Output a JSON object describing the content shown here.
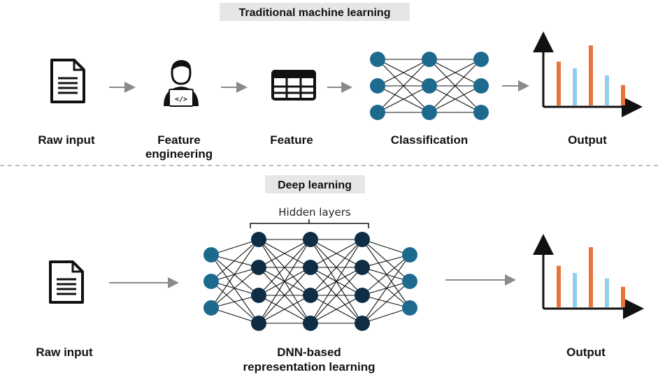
{
  "colors": {
    "node_light": "#1e6a8f",
    "node_dark": "#0f2e45",
    "bar_orange": "#e8743b",
    "bar_blue": "#8fd0ec",
    "arrow": "#8a8a8a",
    "title_bg": "#e6e6e6"
  },
  "traditional": {
    "title": "Traditional machine learning",
    "labels": {
      "raw_input": "Raw input",
      "feature_engineering_1": "Feature",
      "feature_engineering_2": "engineering",
      "feature": "Feature",
      "classification": "Classification",
      "output": "Output"
    },
    "icons": [
      "document-icon",
      "engineer-laptop-icon",
      "table-grid-icon",
      "neural-network-icon",
      "bar-chart-icon"
    ],
    "network_layers": [
      3,
      3,
      3
    ],
    "output_bars": [
      {
        "color": "orange",
        "value": 0.73
      },
      {
        "color": "blue",
        "value": 0.62
      },
      {
        "color": "orange",
        "value": 1.0
      },
      {
        "color": "blue",
        "value": 0.5
      },
      {
        "color": "orange",
        "value": 0.34
      }
    ]
  },
  "deep": {
    "title": "Deep learning",
    "hidden_layers_label": "Hidden layers",
    "labels": {
      "raw_input": "Raw input",
      "dnn_1": "DNN-based",
      "dnn_2": "representation learning",
      "output": "Output"
    },
    "icons": [
      "document-icon",
      "deep-neural-network-icon",
      "bar-chart-icon"
    ],
    "network_layers": [
      3,
      4,
      4,
      4,
      3
    ],
    "output_bars": [
      {
        "color": "orange",
        "value": 0.69
      },
      {
        "color": "blue",
        "value": 0.57
      },
      {
        "color": "orange",
        "value": 1.0
      },
      {
        "color": "blue",
        "value": 0.48
      },
      {
        "color": "orange",
        "value": 0.34
      }
    ]
  }
}
